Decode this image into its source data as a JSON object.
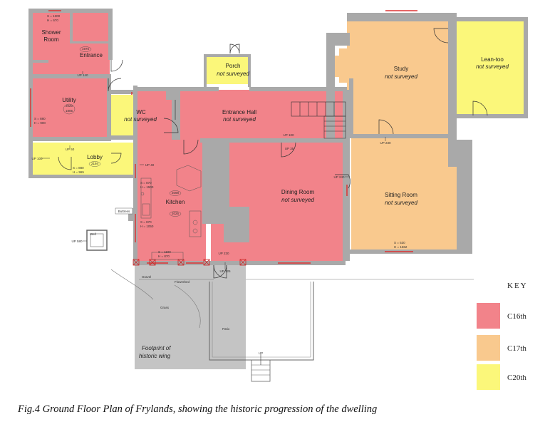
{
  "rooms": {
    "shower_room": "Shower\nRoom",
    "entrance_left": "Entrance",
    "utility": "Utility",
    "wc": "WC",
    "lobby": "Lobby",
    "kitchen": "Kitchen",
    "porch": "Porch",
    "entrance_hall": "Entrance Hall",
    "study": "Study",
    "lean_too": "Lean-too",
    "dining_room": "Dining Room",
    "sitting_room": "Sitting Room"
  },
  "not_surveyed": "not surveyed",
  "outside": {
    "buttress": "Buttress",
    "well": "Well",
    "gravel": "Gravel",
    "flowerbed": "Flowerbed",
    "grass": "Grass",
    "patio": "Patio",
    "footprint": "Footprint of\nhistoric wing"
  },
  "measurements": {
    "shower_s": "S = 1300",
    "shower_h": "H = 670",
    "door_1975": "1975",
    "up_140": "UP 140",
    "utility_2020": "2020",
    "utility_1805": "1805",
    "utility_s": "S = 880",
    "utility_h": "H = 900",
    "up_100_lobby": "UP 100",
    "up_50": "UP 50",
    "lobby_s": "S = 880",
    "lobby_h": "H = 965",
    "lobby_2194": "2194",
    "up_40": "UP 40",
    "kitchen_s1": "S = 870",
    "kitchen_h1": "H = 1500",
    "kitchen_2098": "2098",
    "kitchen_2025": "2025",
    "kitchen_s2": "S = 870",
    "kitchen_h2": "H = 1050",
    "kitchen_s3": "S = 1100",
    "kitchen_h3": "H = 870",
    "up_230_hall": "UP 230",
    "up_125": "UP 125",
    "up_100_hall": "UP 100",
    "up_35": "UP 35",
    "up_240": "UP 240",
    "up_230_study": "UP 230",
    "sitting_s": "S = 530",
    "sitting_h": "H = 1662",
    "up_580": "UP 580",
    "up_patio": "UP"
  },
  "key": {
    "title": "KEY",
    "items": [
      {
        "label": "C16th",
        "color": "#f2838a"
      },
      {
        "label": "C17th",
        "color": "#f9c98e"
      },
      {
        "label": "C20th",
        "color": "#fbf77a"
      }
    ]
  },
  "colors": {
    "c16": "#f2838a",
    "c17": "#f9c98e",
    "c20": "#fbf77a",
    "wall": "#a9a9a9",
    "footprint": "#c4c4c4"
  },
  "caption": "Fig.4 Ground Floor Plan of Frylands, showing the historic progression of the dwelling"
}
